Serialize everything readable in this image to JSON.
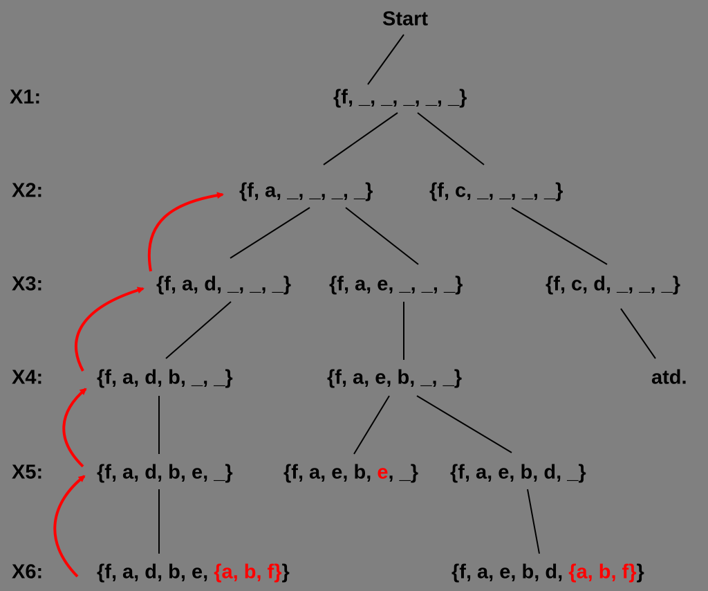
{
  "colors": {
    "background": "#808080",
    "text": "#000000",
    "highlight": "#ff0000"
  },
  "root": {
    "label": "Start"
  },
  "levels": [
    "X1:",
    "X2:",
    "X3:",
    "X4:",
    "X5:",
    "X6:"
  ],
  "nodes": {
    "x1": {
      "text": "{f, _, _, _, _, _}"
    },
    "x2a": {
      "text": "{f, a, _, _, _, _}"
    },
    "x2b": {
      "text": "{f, c, _, _, _, _}"
    },
    "x3a": {
      "text": "{f, a, d, _, _, _}"
    },
    "x3b": {
      "text": "{f, a, e, _, _, _}"
    },
    "x3c": {
      "text": "{f, c, d, _, _, _}"
    },
    "x4a": {
      "text": "{f, a, d, b, _, _}"
    },
    "x4b": {
      "text": "{f, a, e, b, _, _}"
    },
    "x4c": {
      "text": "atd."
    },
    "x5a": {
      "text": "{f, a, d, b, e, _}"
    },
    "x5b": {
      "prefix": "{f, a, e, b, ",
      "highlight": "e",
      "suffix": ", _}"
    },
    "x5c": {
      "text": "{f, a, e, b, d, _}"
    },
    "x6a": {
      "prefix": "{f, a, d, b, e, ",
      "highlight": "{a, b, f}",
      "suffix": "}"
    },
    "x6b": {
      "prefix": "{f, a, e, b, d, ",
      "highlight": "{a, b, f}",
      "suffix": "}"
    }
  }
}
